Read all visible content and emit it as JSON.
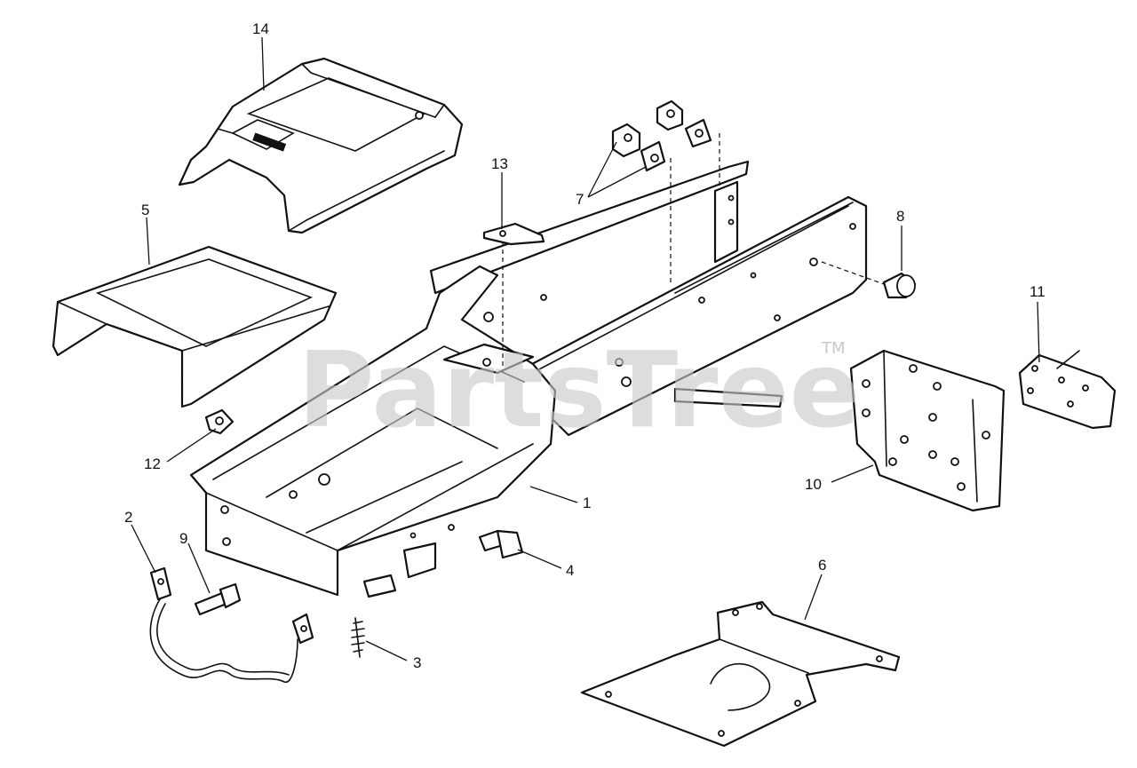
{
  "watermark": {
    "text": "PartsTree",
    "trademark": "TM"
  },
  "callouts": [
    {
      "id": "1",
      "label": "1"
    },
    {
      "id": "2",
      "label": "2"
    },
    {
      "id": "3",
      "label": "3"
    },
    {
      "id": "4",
      "label": "4"
    },
    {
      "id": "5",
      "label": "5"
    },
    {
      "id": "6",
      "label": "6"
    },
    {
      "id": "7",
      "label": "7"
    },
    {
      "id": "8",
      "label": "8"
    },
    {
      "id": "9",
      "label": "9"
    },
    {
      "id": "10",
      "label": "10"
    },
    {
      "id": "11",
      "label": "11"
    },
    {
      "id": "12",
      "label": "12"
    },
    {
      "id": "13",
      "label": "13"
    },
    {
      "id": "14",
      "label": "14"
    }
  ]
}
